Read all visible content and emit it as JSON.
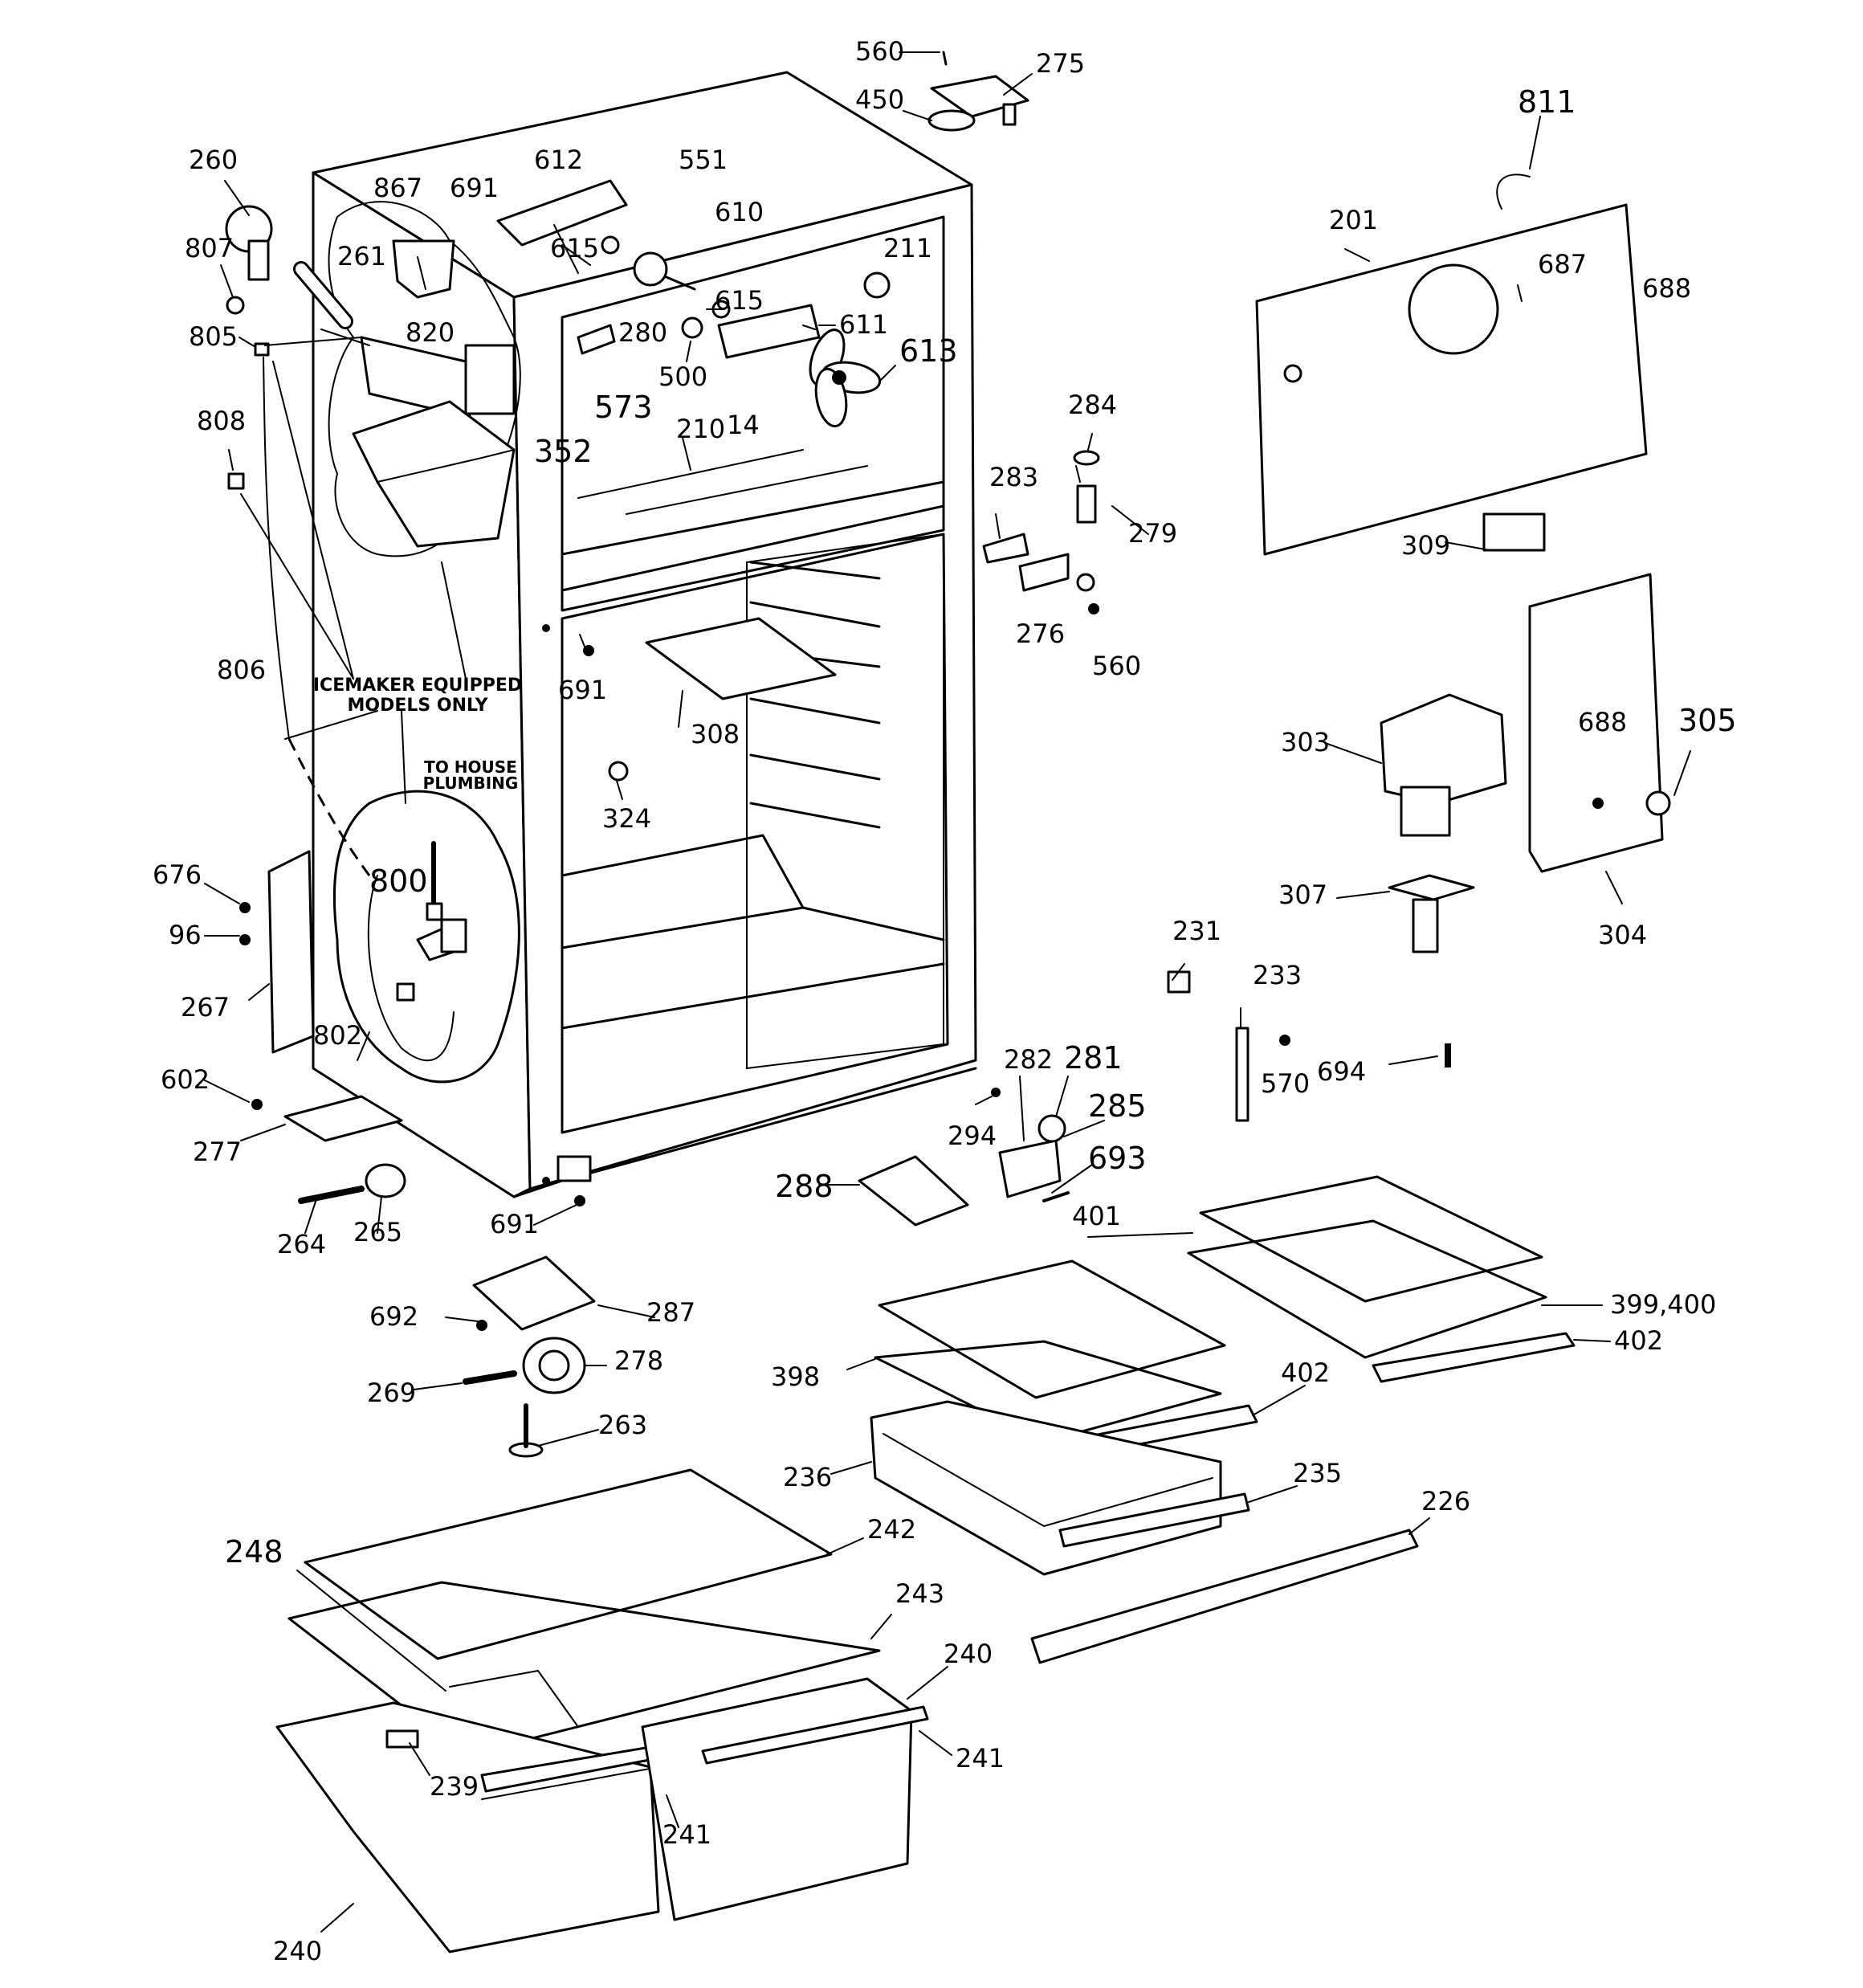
{
  "notes": {
    "icemaker_line1": "ICEMAKER EQUIPPED",
    "icemaker_line2": "MODELS ONLY",
    "plumbing_line1": "TO HOUSE",
    "plumbing_line2": "PLUMBING"
  },
  "callouts": [
    "560",
    "275",
    "450",
    "811",
    "260",
    "867",
    "691",
    "612",
    "551",
    "610",
    "201",
    "687",
    "688",
    "807",
    "261",
    "615",
    "211",
    "805",
    "820",
    "280",
    "611",
    "613",
    "500",
    "573",
    "14",
    "284",
    "808",
    "352",
    "210",
    "283",
    "279",
    "309",
    "276",
    "560",
    "806",
    "691",
    "308",
    "303",
    "688",
    "305",
    "324",
    "307",
    "304",
    "676",
    "800",
    "96",
    "231",
    "233",
    "267",
    "802",
    "282",
    "281",
    "570",
    "694",
    "602",
    "294",
    "285",
    "277",
    "693",
    "288",
    "264",
    "265",
    "691",
    "401",
    "399,400",
    "692",
    "287",
    "402",
    "278",
    "398",
    "402",
    "269",
    "263",
    "236",
    "235",
    "226",
    "248",
    "242",
    "243",
    "240",
    "241",
    "239",
    "241",
    "240",
    "615"
  ]
}
